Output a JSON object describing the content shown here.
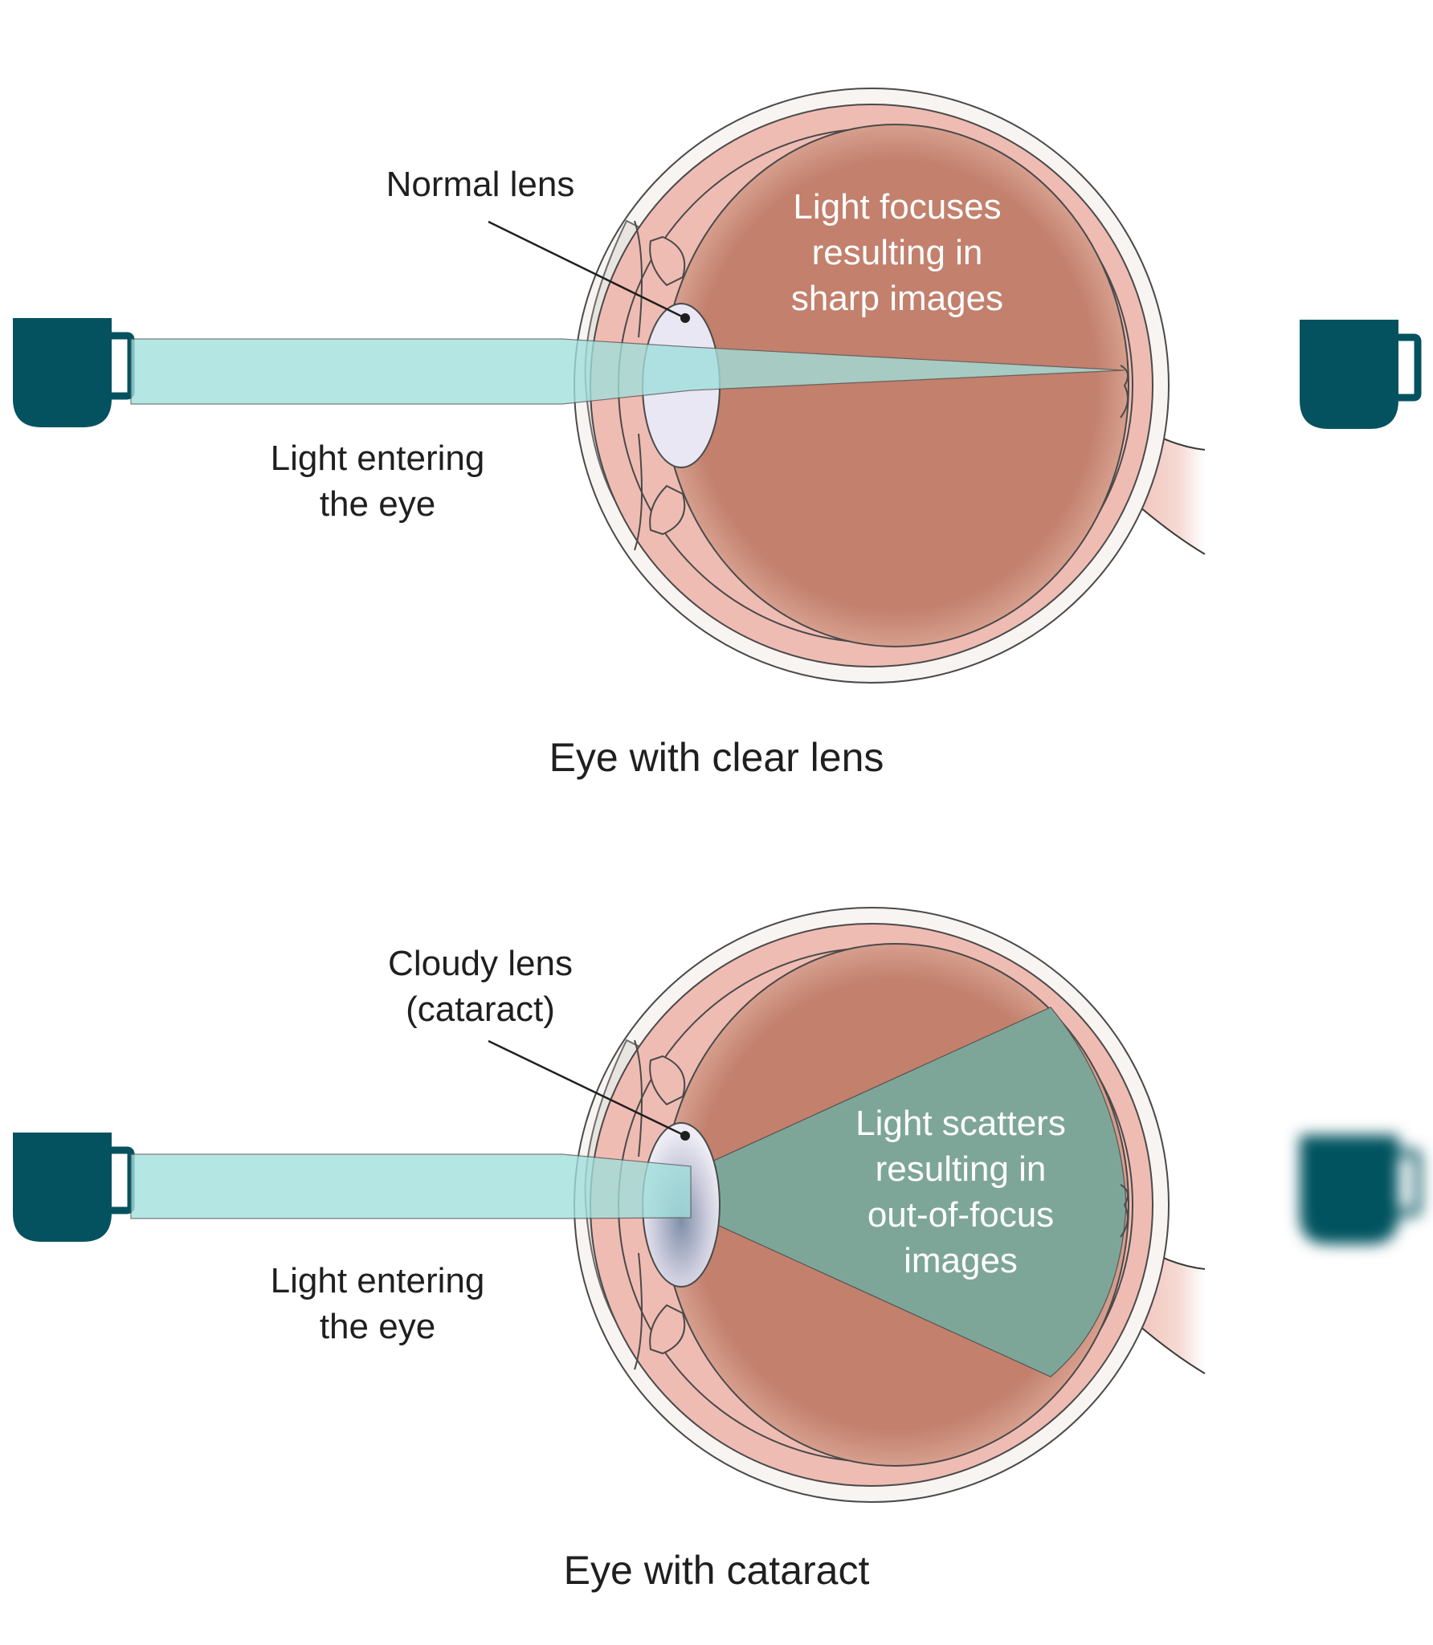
{
  "top_panel": {
    "caption": "Eye with clear lens",
    "lens_label": "Normal lens",
    "light_label": [
      "Light entering",
      "the eye"
    ],
    "inner_label": [
      "Light focuses",
      "resulting in",
      "sharp images"
    ]
  },
  "bottom_panel": {
    "caption": "Eye with cataract",
    "lens_label": [
      "Cloudy lens",
      "(cataract)"
    ],
    "light_label": [
      "Light entering",
      "the eye"
    ],
    "inner_label": [
      "Light scatters",
      "resulting in",
      "out-of-focus",
      "images"
    ]
  },
  "colors": {
    "mug": "#04525f",
    "light_beam": "#a0dfdc",
    "vitreous": "#c2806d",
    "eye_wall": "#efbcb3",
    "sclera": "#f7f4f2",
    "lens": "#e9e7f3",
    "scatter": "#7ea698"
  },
  "icons": [
    "mug-icon",
    "blurred-mug-icon"
  ]
}
